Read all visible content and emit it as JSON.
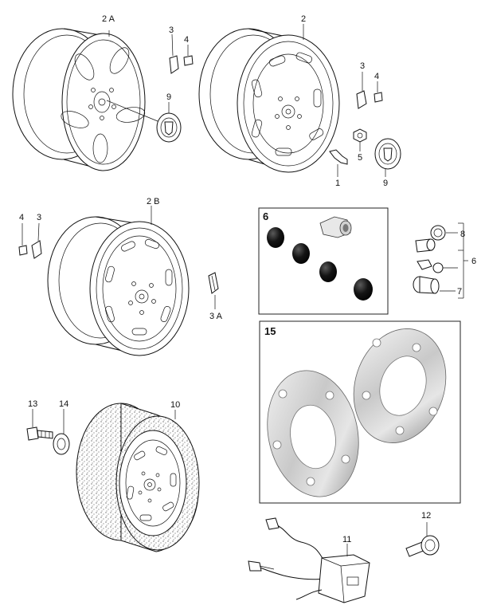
{
  "callouts": {
    "c_2A": "2 A",
    "c_3_top": "3",
    "c_4_top": "4",
    "c_9_left": "9",
    "c_2": "2",
    "c_3_right": "3",
    "c_4_right": "4",
    "c_5": "5",
    "c_1": "1",
    "c_9_right": "9",
    "c_2B": "2 B",
    "c_4_mid": "4",
    "c_3_mid": "3",
    "c_3A": "3 A",
    "c_6_box": "6",
    "c_8": "8",
    "c_6_side": "6",
    "c_7": "7",
    "c_15": "15",
    "c_13": "13",
    "c_14": "14",
    "c_10": "10",
    "c_11": "11",
    "c_12": "12"
  },
  "colors": {
    "line": "#111111",
    "spacer_light": "#e9e9e9",
    "spacer_dark": "#9a9a9a",
    "lug_nut": "#141414",
    "box_border": "#222222"
  }
}
